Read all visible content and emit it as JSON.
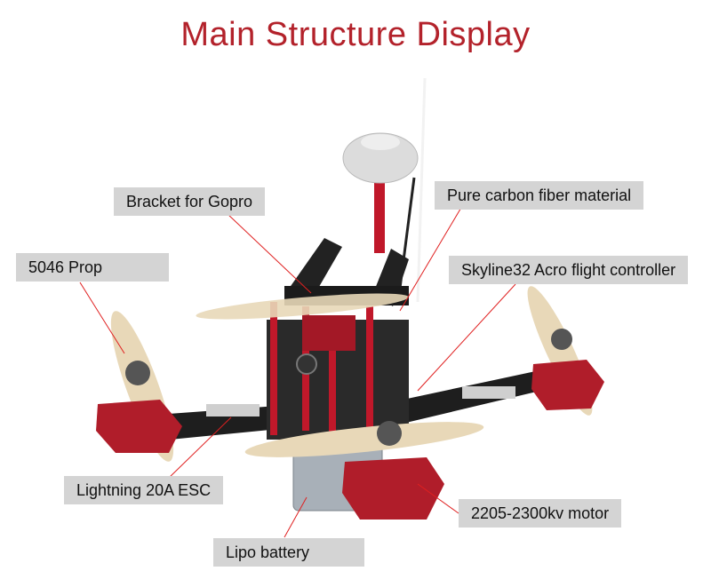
{
  "title": "Main Structure Display",
  "labels": {
    "bracket": "Bracket for Gopro",
    "carbon": "Pure carbon fiber material",
    "prop": "5046 Prop",
    "controller": "Skyline32 Acro flight controller",
    "esc": "Lightning 20A ESC",
    "battery": "Lipo battery",
    "motor": "2205-2300kv motor"
  },
  "colors": {
    "title": "#b3222b",
    "leader_line": "#e02020",
    "label_bg": "#d4d4d4",
    "frame_red": "#b01d2a",
    "carbon": "#1e1e1e",
    "camo_light": "#e8d8b8",
    "camo_dark": "#8f9aa6"
  }
}
